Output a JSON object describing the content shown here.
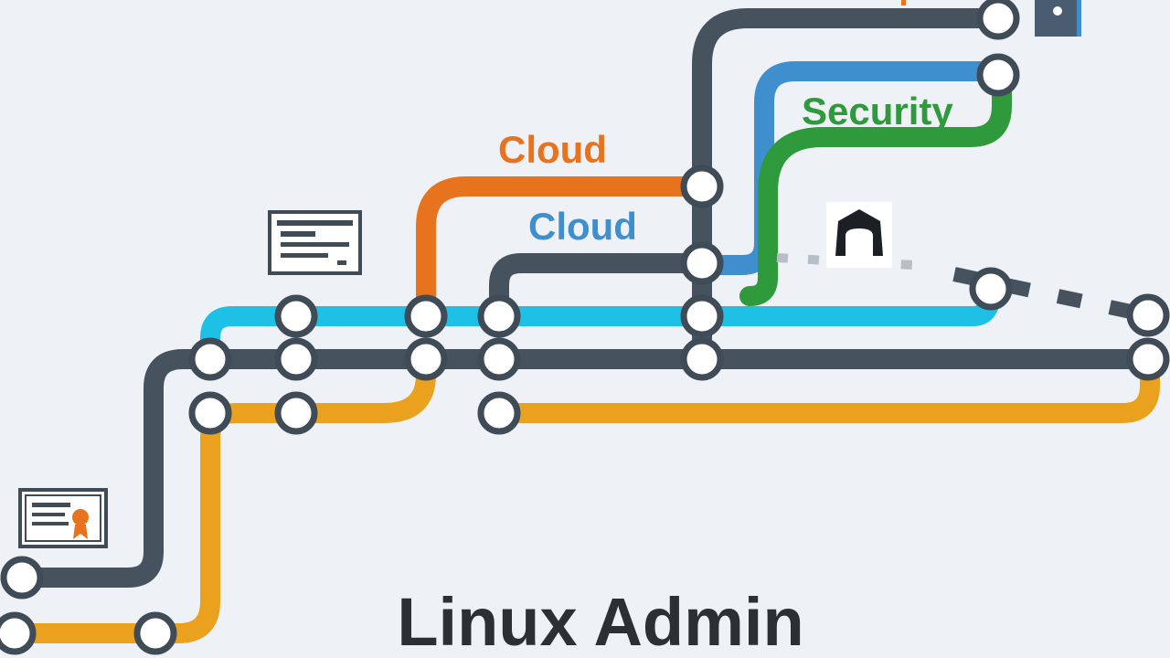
{
  "title": "Linux Admin",
  "labels": {
    "cloud_orange": "Cloud",
    "cloud_blue": "Cloud",
    "security": "Security"
  },
  "colors": {
    "background": "#eef1f5",
    "dark_line": "#46525d",
    "cyan_line": "#1fc0e6",
    "amber_line": "#eaa21e",
    "orange_line": "#e8731f",
    "blue_line": "#3f8fce",
    "green_line": "#2e9a3c",
    "title_text": "#2c2f33"
  },
  "icons": [
    "document-icon",
    "certificate-icon",
    "hooded-figure-icon",
    "lock-icon"
  ]
}
